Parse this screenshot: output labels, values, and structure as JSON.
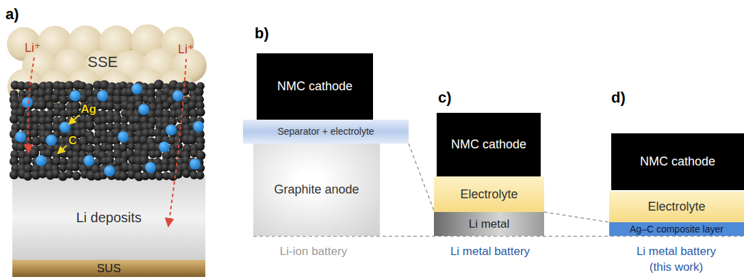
{
  "diagram": {
    "nodes": [
      {
        "text": [
          "Li deposits"
        ]
      },
      {
        "text": [
          "SUS"
        ]
      },
      {
        "text": [
          "NMC cathode"
        ]
      },
      {
        "text": [
          "Separator + electrolyte"
        ]
      },
      {
        "text": [
          "Graphite anode"
        ]
      },
      {
        "text": [
          "NMC cathode"
        ]
      },
      {
        "text": [
          "Electrolyte"
        ]
      },
      {
        "text": [
          "Li metal"
        ]
      },
      {
        "text": [
          "NMC cathode"
        ]
      },
      {
        "text": [
          "Electrolyte"
        ]
      },
      {
        "text": [
          "Ag–C composite layer"
        ]
      }
    ],
    "labels": [
      "a)",
      "SSE",
      "Li⁺",
      "Li⁺",
      "Ag",
      "C",
      "b)",
      "c)",
      "d)",
      "Li-ion battery",
      "Li metal battery",
      "Li metal battery",
      "(this work)"
    ]
  }
}
